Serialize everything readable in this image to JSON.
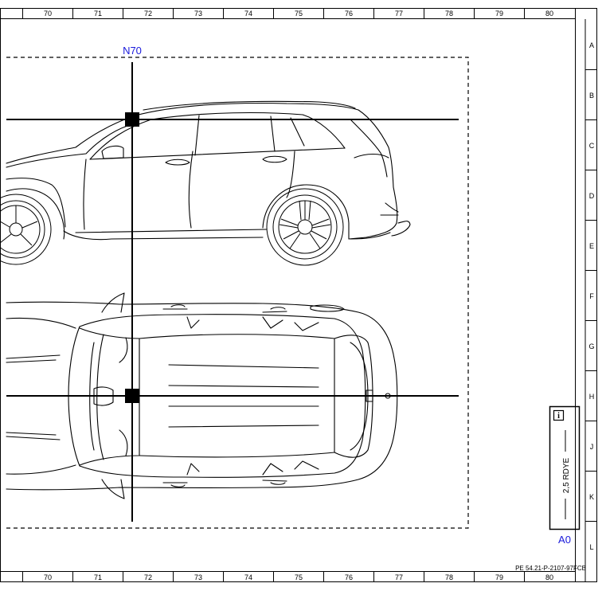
{
  "columns": [
    "70",
    "71",
    "72",
    "73",
    "74",
    "75",
    "76",
    "77",
    "78",
    "79",
    "80"
  ],
  "rows": [
    "A",
    "B",
    "C",
    "D",
    "E",
    "F",
    "G",
    "H",
    "J",
    "K",
    "L"
  ],
  "reference_label": "N70",
  "info_box": {
    "icon": "info-icon",
    "text": "2,5 RDYE",
    "label": "A0"
  },
  "doc_code": "PE 54.21-P-2107-97FCB",
  "colors": {
    "annotation_blue": "#1a1adb",
    "line": "#000000"
  }
}
